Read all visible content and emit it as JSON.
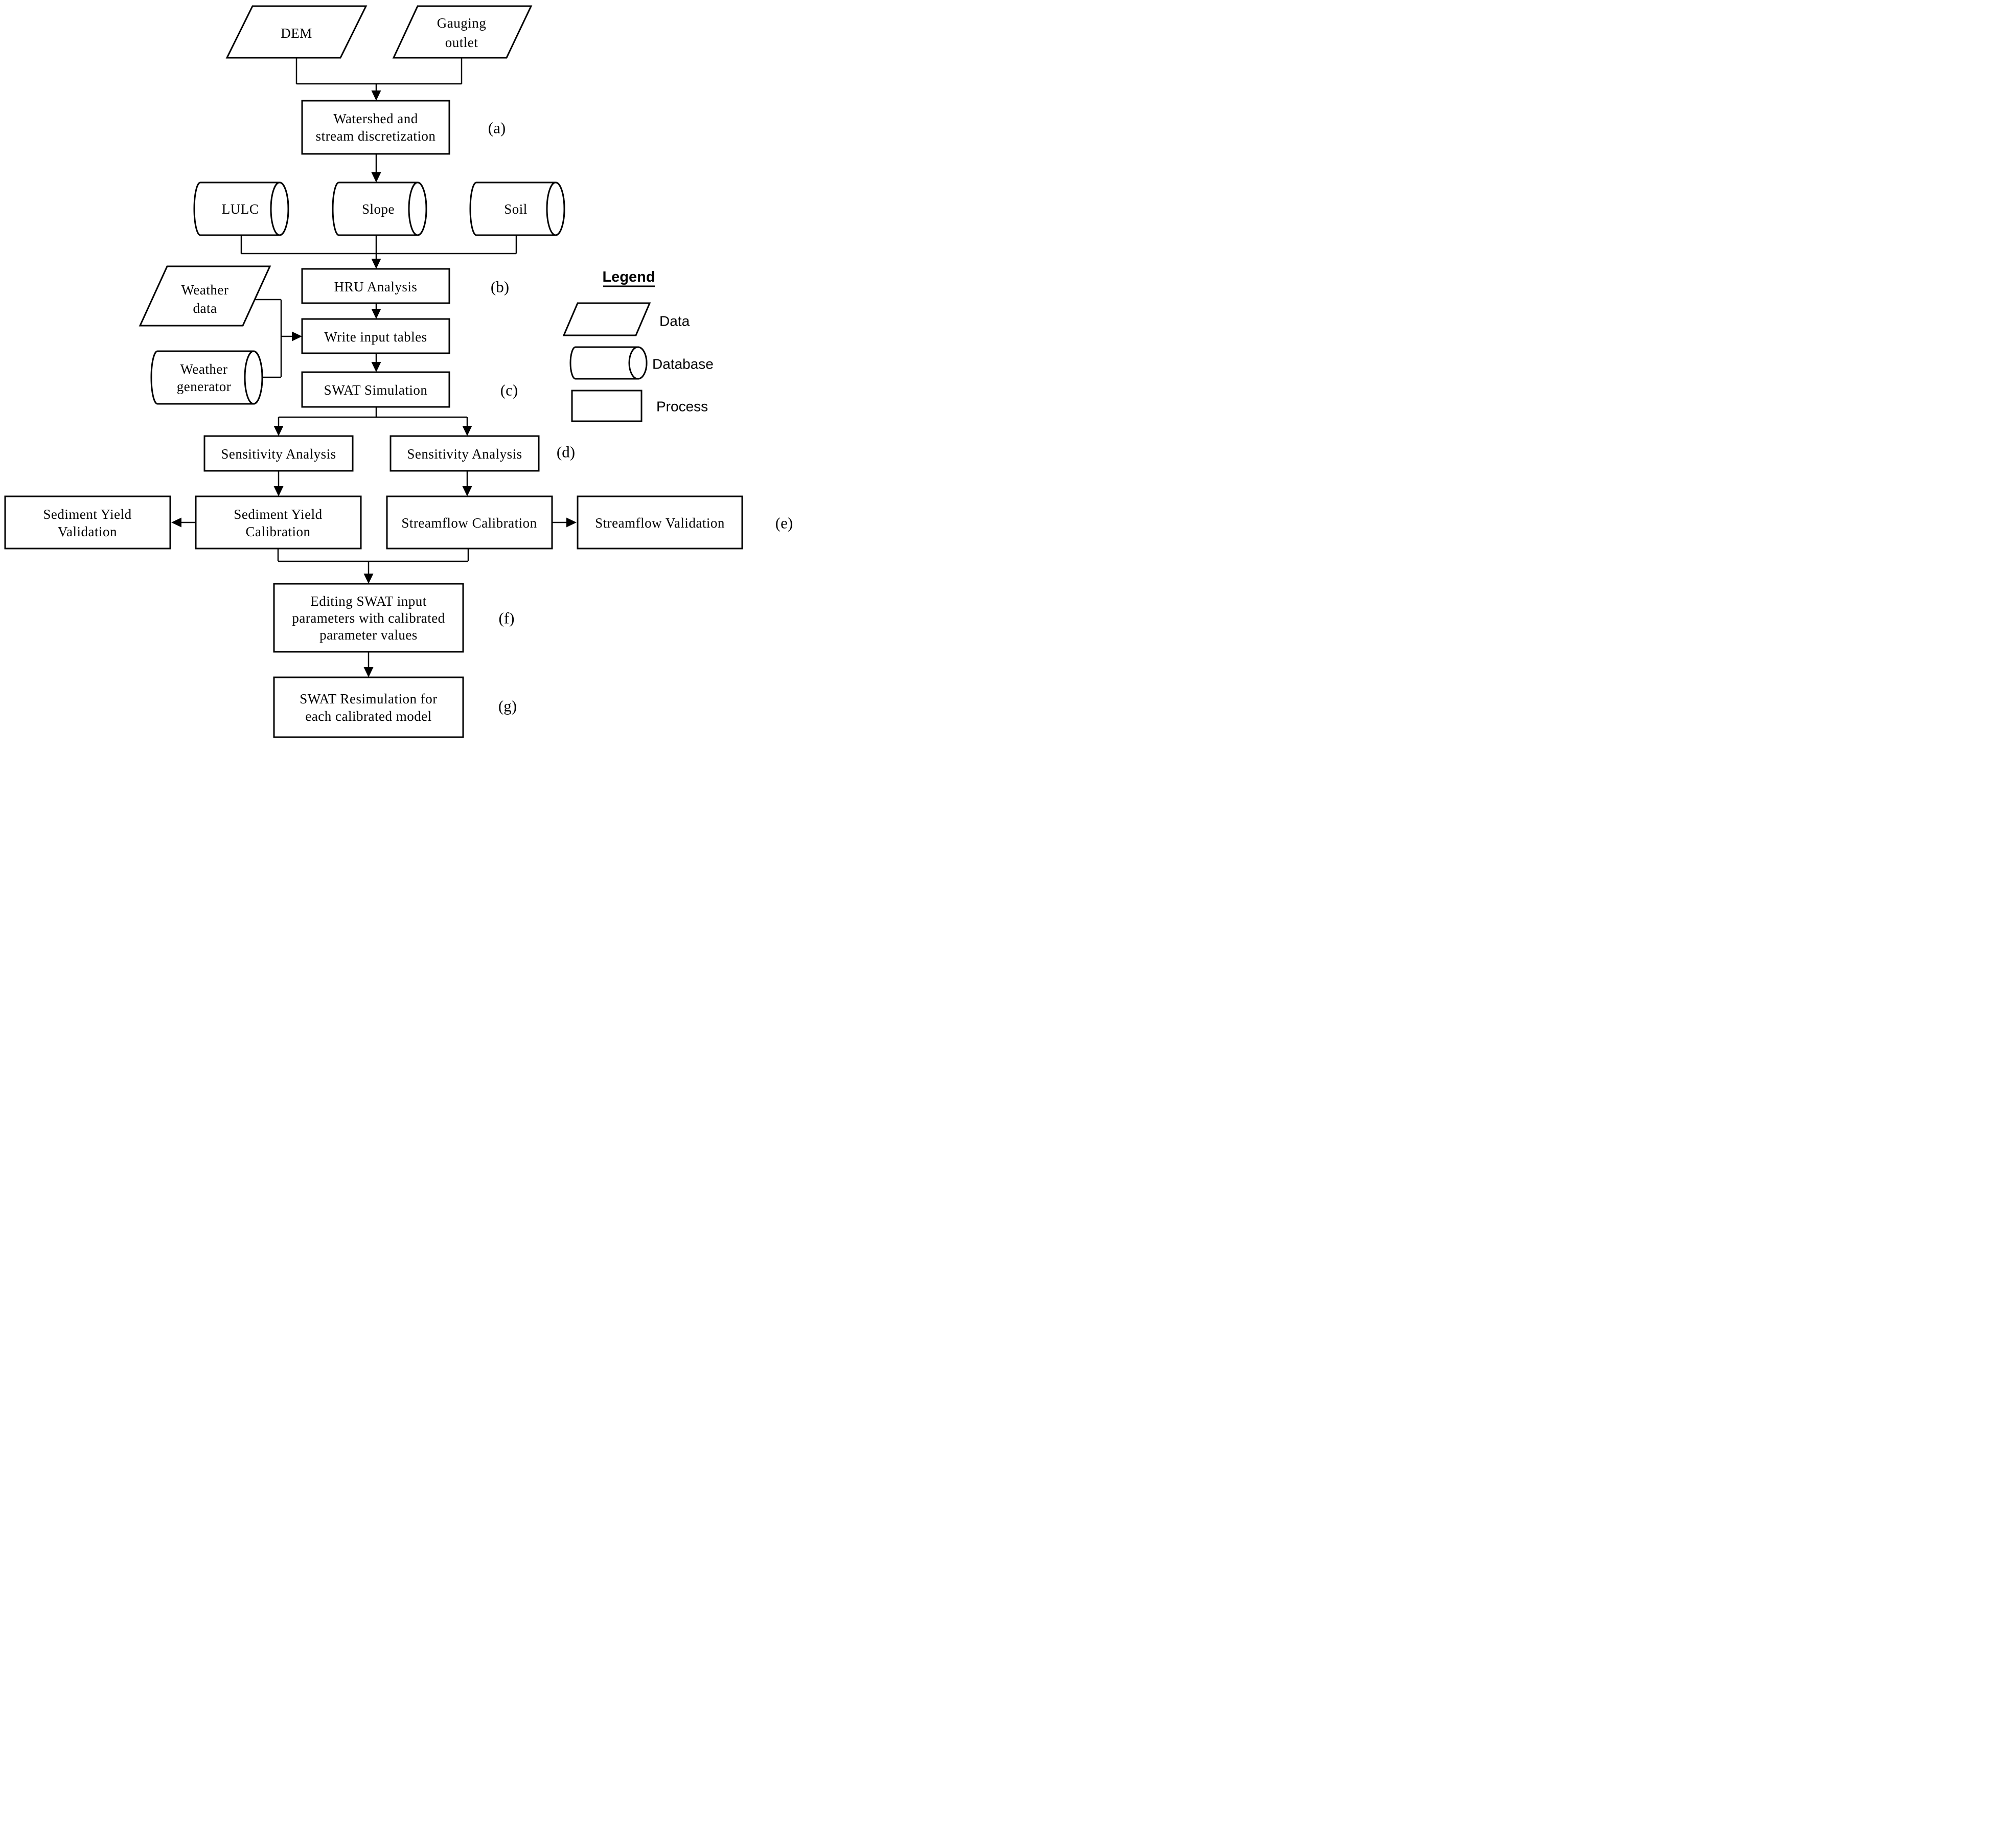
{
  "title": "SWAT model setup and calibration flowchart",
  "colors": {
    "stroke": "#000000",
    "background": "#ffffff"
  },
  "nodes": {
    "dem": {
      "label": "DEM",
      "shape": "parallelogram"
    },
    "gauging_outlet": {
      "lines": [
        "Gauging",
        "outlet"
      ],
      "shape": "parallelogram"
    },
    "watershed": {
      "lines": [
        "Watershed and",
        "stream discretization"
      ],
      "shape": "rectangle"
    },
    "lulc": {
      "label": "LULC",
      "shape": "cylinder"
    },
    "slope": {
      "label": "Slope",
      "shape": "cylinder"
    },
    "soil": {
      "label": "Soil",
      "shape": "cylinder"
    },
    "hru": {
      "label": "HRU Analysis",
      "shape": "rectangle"
    },
    "weather_data": {
      "lines": [
        "Weather",
        "data"
      ],
      "shape": "parallelogram"
    },
    "weather_generator": {
      "lines": [
        "Weather",
        "generator"
      ],
      "shape": "cylinder"
    },
    "write_input": {
      "label": "Write input tables",
      "shape": "rectangle"
    },
    "swat_simulation": {
      "label": "SWAT Simulation",
      "shape": "rectangle"
    },
    "sensitivity_left": {
      "label": "Sensitivity Analysis",
      "shape": "rectangle"
    },
    "sensitivity_right": {
      "label": "Sensitivity Analysis",
      "shape": "rectangle"
    },
    "sediment_validation": {
      "lines": [
        "Sediment Yield",
        "Validation"
      ],
      "shape": "rectangle"
    },
    "sediment_calibration": {
      "lines": [
        "Sediment Yield",
        "Calibration"
      ],
      "shape": "rectangle"
    },
    "streamflow_calibration": {
      "label": "Streamflow Calibration",
      "shape": "rectangle"
    },
    "streamflow_validation": {
      "label": "Streamflow Validation",
      "shape": "rectangle"
    },
    "editing": {
      "lines": [
        "Editing SWAT input",
        "parameters with calibrated",
        "parameter values"
      ],
      "shape": "rectangle"
    },
    "resimulation": {
      "lines": [
        "SWAT Resimulation for",
        "each calibrated model"
      ],
      "shape": "rectangle"
    }
  },
  "step_labels": {
    "a": "(a)",
    "b": "(b)",
    "c": "(c)",
    "d": "(d)",
    "e": "(e)",
    "f": "(f)",
    "g": "(g)"
  },
  "legend": {
    "title": "Legend",
    "items": [
      {
        "label": "Data",
        "shape": "parallelogram"
      },
      {
        "label": "Database",
        "shape": "cylinder"
      },
      {
        "label": "Process",
        "shape": "rectangle"
      }
    ]
  }
}
